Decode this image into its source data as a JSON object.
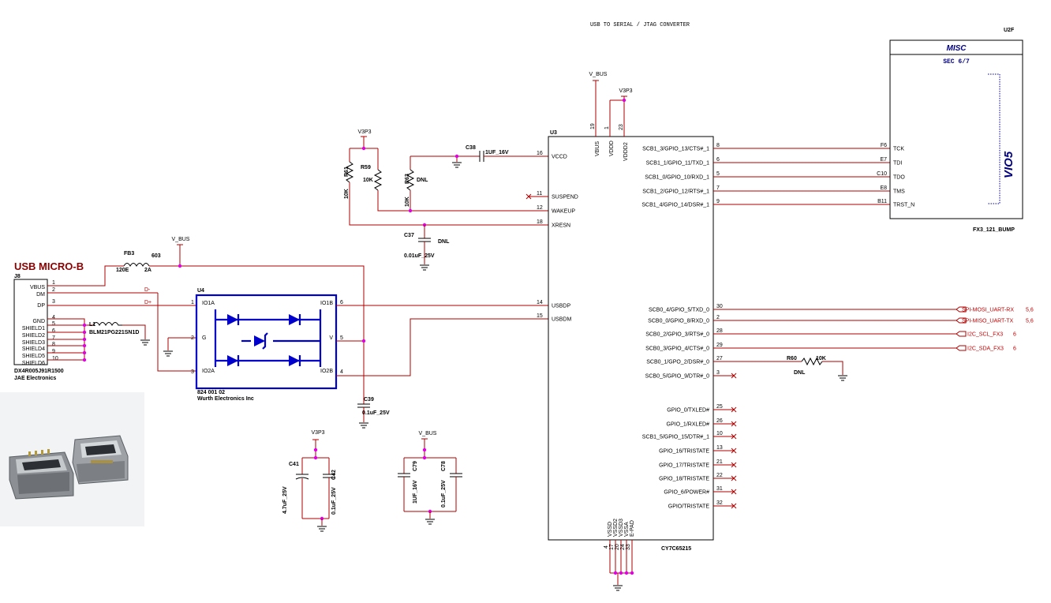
{
  "title": "USB TO SERIAL / JTAG CONVERTER",
  "connector": {
    "heading": "USB MICRO-B",
    "ref": "J8",
    "part": "DX4R005J91R1500",
    "maker": "JAE Electronics",
    "pins": [
      {
        "name": "VBUS",
        "num": "1"
      },
      {
        "name": "DM",
        "num": "2"
      },
      {
        "name": "DP",
        "num": "3"
      },
      {
        "name": "GND",
        "num": "4"
      },
      {
        "name": "SHIELD1",
        "num": "5"
      },
      {
        "name": "SHIELD2",
        "num": "6"
      },
      {
        "name": "SHIELD3",
        "num": "7"
      },
      {
        "name": "SHIELD4",
        "num": "8"
      },
      {
        "name": "SHIELD5",
        "num": "9"
      },
      {
        "name": "SHIELD6",
        "num": "10"
      }
    ]
  },
  "ferrite": {
    "ref": "FB3",
    "value": "120E",
    "current": "2A",
    "pkg": "603"
  },
  "inductor": {
    "ref": "L1",
    "part": "BLM21PG221SN1D"
  },
  "tvs": {
    "ref": "U4",
    "part": "824 001 02",
    "maker": "Wurth Electronics Inc",
    "pins": [
      {
        "name": "IO1A",
        "num": "1"
      },
      {
        "name": "G",
        "num": "2"
      },
      {
        "name": "IO2A",
        "num": "3"
      },
      {
        "name": "IO1B",
        "num": "6"
      },
      {
        "name": "V",
        "num": "5"
      },
      {
        "name": "IO2B",
        "num": "4"
      }
    ]
  },
  "nets": {
    "vbus": "V_BUS",
    "v3p3": "V3P3",
    "dminus": "D-",
    "dplus": "D+"
  },
  "passives": {
    "r61": {
      "ref": "R61",
      "value": "10K"
    },
    "r59": {
      "ref": "R59",
      "value": "10K"
    },
    "r63": {
      "ref": "R63",
      "value": "10K",
      "note": "DNL"
    },
    "c38": {
      "ref": "C38",
      "value": "1UF_16V"
    },
    "c37": {
      "ref": "C37",
      "value": "0.01uF_25V",
      "note": "DNL"
    },
    "c39": {
      "ref": "C39",
      "value": "0.1uF_25V"
    },
    "c41": {
      "ref": "C41",
      "value": "4.7uF_25V"
    },
    "c42": {
      "ref": "C42",
      "value": "0.1uF_25V"
    },
    "c79": {
      "ref": "C79",
      "value": "1UF_16V"
    },
    "c78": {
      "ref": "C78",
      "value": "0.1uF_25V"
    },
    "r60": {
      "ref": "R60",
      "value": "10K",
      "note": "DNL"
    }
  },
  "u3": {
    "ref": "U3",
    "part": "CY7C65215",
    "left_pins": [
      {
        "name": "VCCD",
        "num": "16"
      },
      {
        "name": "SUSPEND",
        "num": "11"
      },
      {
        "name": "WAKEUP",
        "num": "12"
      },
      {
        "name": "XRESN",
        "num": "18"
      },
      {
        "name": "USBDP",
        "num": "14"
      },
      {
        "name": "USBDM",
        "num": "15"
      }
    ],
    "top_pins": [
      {
        "name": "VBUS",
        "num": "19"
      },
      {
        "name": "VDDD",
        "num": "1"
      },
      {
        "name": "VDDD2",
        "num": "23"
      }
    ],
    "bottom_pins": [
      {
        "name": "VSSD",
        "num": "4"
      },
      {
        "name": "VSSD2",
        "num": "17"
      },
      {
        "name": "VSSD3",
        "num": "20"
      },
      {
        "name": "VSSA",
        "num": "24"
      },
      {
        "name": "E-PAD",
        "num": "33"
      }
    ],
    "right_pins": [
      {
        "name": "SCB1_3/GPIO_13/CTS#_1",
        "num": "8"
      },
      {
        "name": "SCB1_1/GPIO_11/TXD_1",
        "num": "6"
      },
      {
        "name": "SCB1_0/GPIO_10/RXD_1",
        "num": "5"
      },
      {
        "name": "SCB1_2/GPIO_12/RTS#_1",
        "num": "7"
      },
      {
        "name": "SCB1_4/GPIO_14/DSR#_1",
        "num": "9"
      },
      {
        "name": "SCB0_4/GPIO_5/TXD_0",
        "num": "30"
      },
      {
        "name": "SCB0_0/GPIO_8/RXD_0",
        "num": "2"
      },
      {
        "name": "SCB0_2/GPIO_3/RTS#_0",
        "num": "28"
      },
      {
        "name": "SCB0_3/GPIO_4/CTS#_0",
        "num": "29"
      },
      {
        "name": "SCB0_1/GPO_2/DSR#_0",
        "num": "27"
      },
      {
        "name": "SCB0_5/GPIO_9/DTR#_0",
        "num": "3"
      },
      {
        "name": "GPIO_0/TXLED#",
        "num": "25"
      },
      {
        "name": "GPIO_1/RXLED#",
        "num": "26"
      },
      {
        "name": "SCB1_5/GPIO_15/DTR#_1",
        "num": "10"
      },
      {
        "name": "GPIO_16/TRISTATE",
        "num": "13"
      },
      {
        "name": "GPIO_17/TRISTATE",
        "num": "21"
      },
      {
        "name": "GPIO_18/TRISTATE",
        "num": "22"
      },
      {
        "name": "GPIO_6/POWER#",
        "num": "31"
      },
      {
        "name": "GPIO/TRISTATE",
        "num": "32"
      }
    ]
  },
  "offpage": [
    {
      "net": "SPI-MOSI_UART-RX",
      "sheets": "5,6"
    },
    {
      "net": "SPI-MISO_UART-TX",
      "sheets": "5,6"
    },
    {
      "net": "I2C_SCL_FX3",
      "sheets": "6"
    },
    {
      "net": "I2C_SDA_FX3",
      "sheets": "6"
    }
  ],
  "u2f": {
    "ref": "U2F",
    "header": "MISC",
    "section": "SEC 6/7",
    "vio": "VIO5",
    "part": "FX3_121_BUMP",
    "pins": [
      {
        "ball": "F6",
        "name": "TCK"
      },
      {
        "ball": "E7",
        "name": "TDI"
      },
      {
        "ball": "C10",
        "name": "TDO"
      },
      {
        "ball": "E8",
        "name": "TMS"
      },
      {
        "ball": "B11",
        "name": "TRST_N"
      }
    ]
  }
}
